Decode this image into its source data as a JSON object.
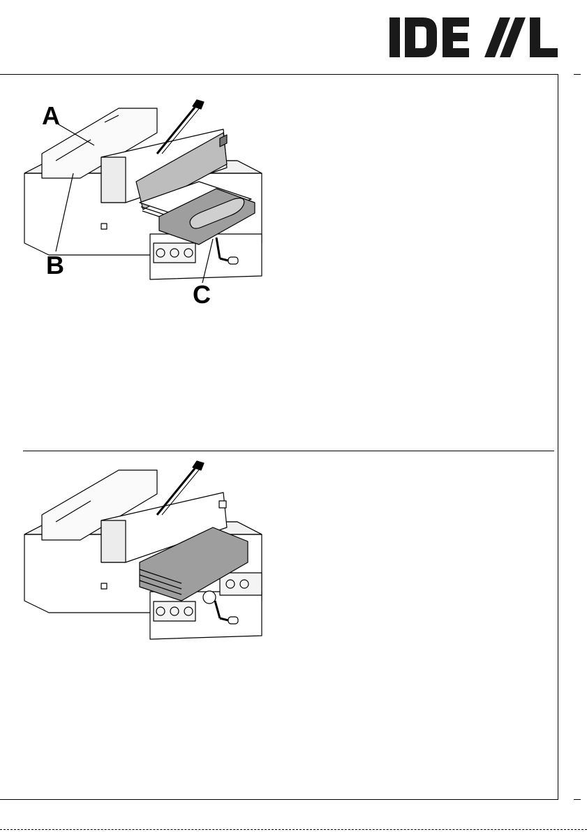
{
  "brand": {
    "name": "IDEAL"
  },
  "figure1": {
    "callouts": {
      "a": "A",
      "b": "B",
      "c": "C"
    }
  },
  "figure2": {}
}
